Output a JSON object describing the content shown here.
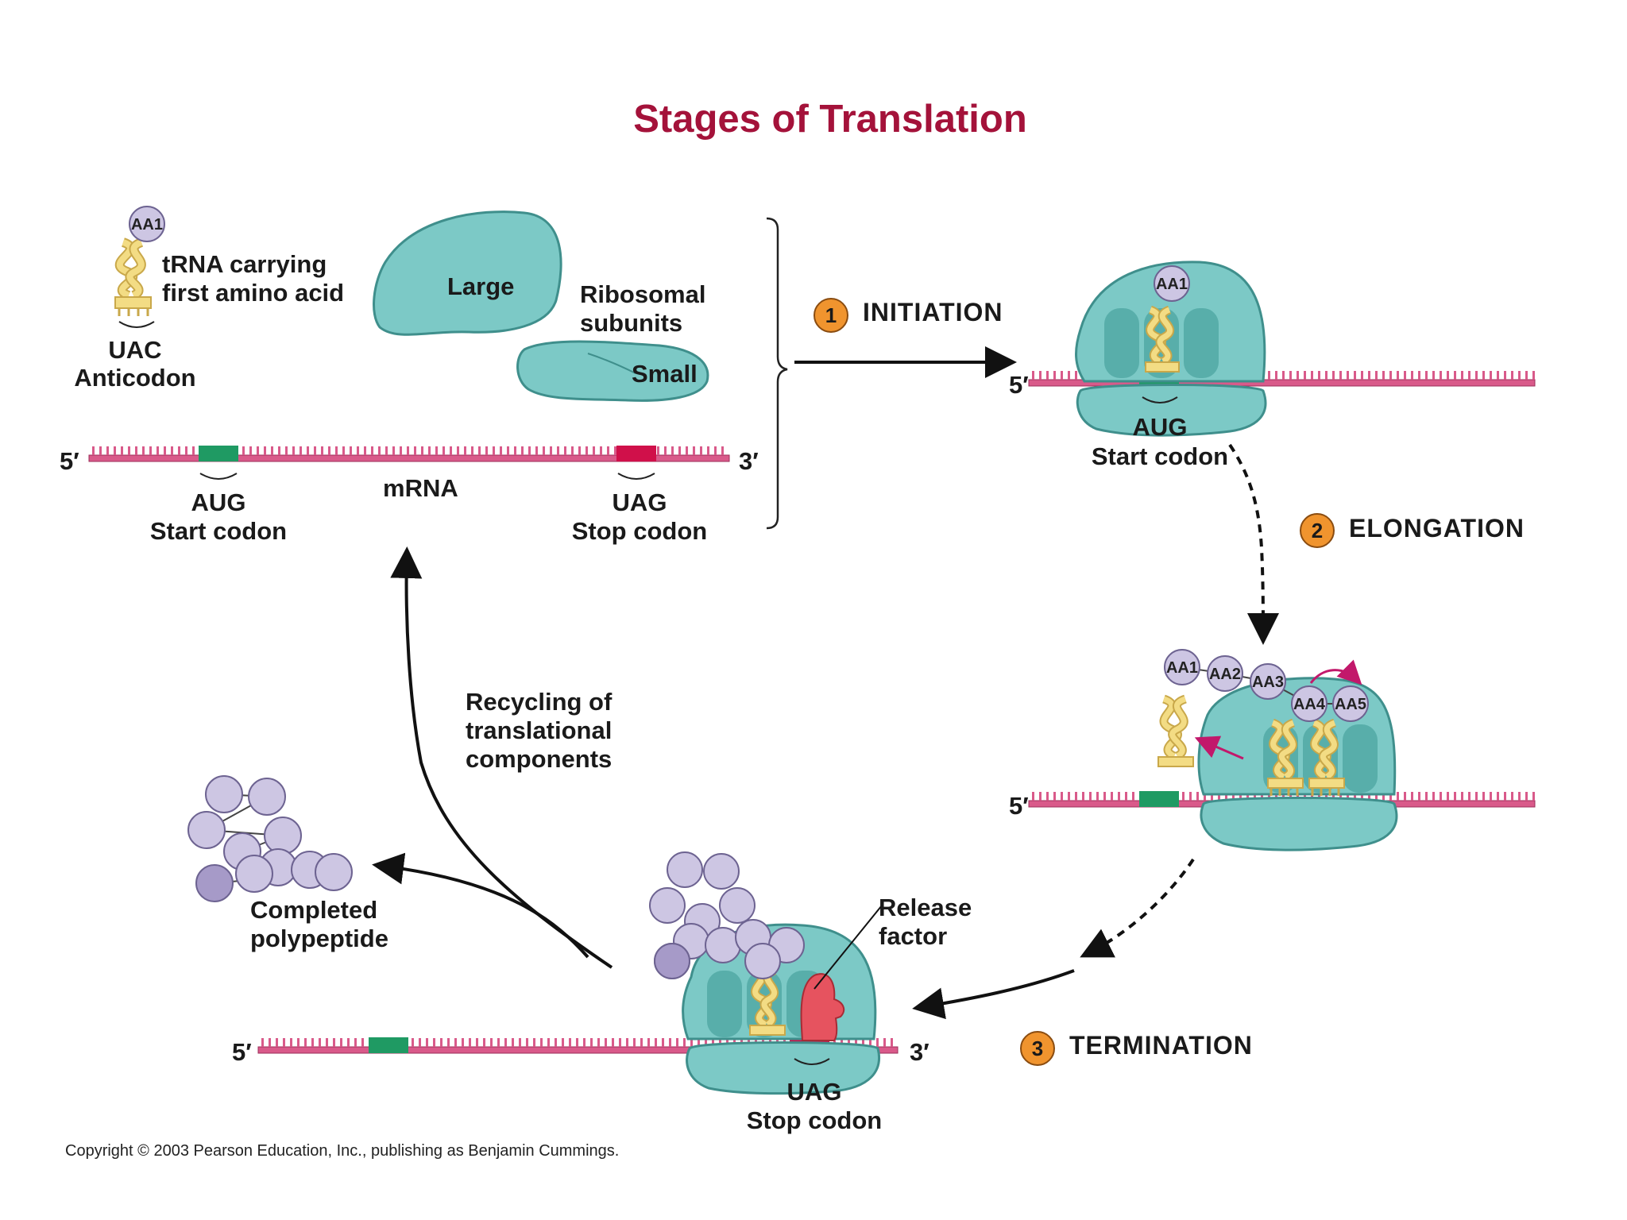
{
  "title": "Stages of Translation",
  "top_left": {
    "aa_label": "AA1",
    "trna_label": "tRNA carrying\nfirst amino acid",
    "anticodon_seq": "UAC",
    "anticodon_label": "Anticodon",
    "large_label": "Large",
    "small_label": "Small",
    "ribosomal_label": "Ribosomal\nsubunits",
    "five_prime": "5′",
    "three_prime": "3′",
    "start_seq": "AUG",
    "start_label": "Start codon",
    "mrna_label": "mRNA",
    "stop_seq": "UAG",
    "stop_label": "Stop codon"
  },
  "stages": {
    "initiation": {
      "number": "1",
      "label": "INITIATION"
    },
    "elongation": {
      "number": "2",
      "label": "ELONGATION"
    },
    "termination": {
      "number": "3",
      "label": "TERMINATION"
    }
  },
  "initiation_panel": {
    "aa_label": "AA1",
    "five_prime": "5′",
    "start_seq": "AUG",
    "start_label": "Start codon"
  },
  "elongation_panel": {
    "five_prime": "5′",
    "aa_labels": [
      "AA1",
      "AA2",
      "AA3",
      "AA4",
      "AA5"
    ]
  },
  "termination_panel": {
    "five_prime": "5′",
    "three_prime": "3′",
    "release_label": "Release\nfactor",
    "stop_seq": "UAG",
    "stop_label": "Stop codon"
  },
  "recycling_label": "Recycling of\ntranslational\ncomponents",
  "polypeptide_label": "Completed\npolypeptide",
  "copyright": "Copyright © 2003 Pearson Education, Inc., publishing as Benjamin Cummings.",
  "colors": {
    "title": "#a4123a",
    "ribosome": "#7cc9c6",
    "ribosome_edge": "#3f8f8c",
    "mrna": "#d95a8a",
    "start_codon": "#1f9a63",
    "stop_codon": "#d0104a",
    "trna": "#f3dc84",
    "amino_acid": "#cdc6e3",
    "release_factor": "#e6535f",
    "badge": "#f0942e"
  },
  "icons": [
    "trna-icon",
    "amino-acid-icon",
    "ribosome-icon",
    "mrna-strand-icon",
    "release-factor-icon",
    "arrow-icon"
  ]
}
